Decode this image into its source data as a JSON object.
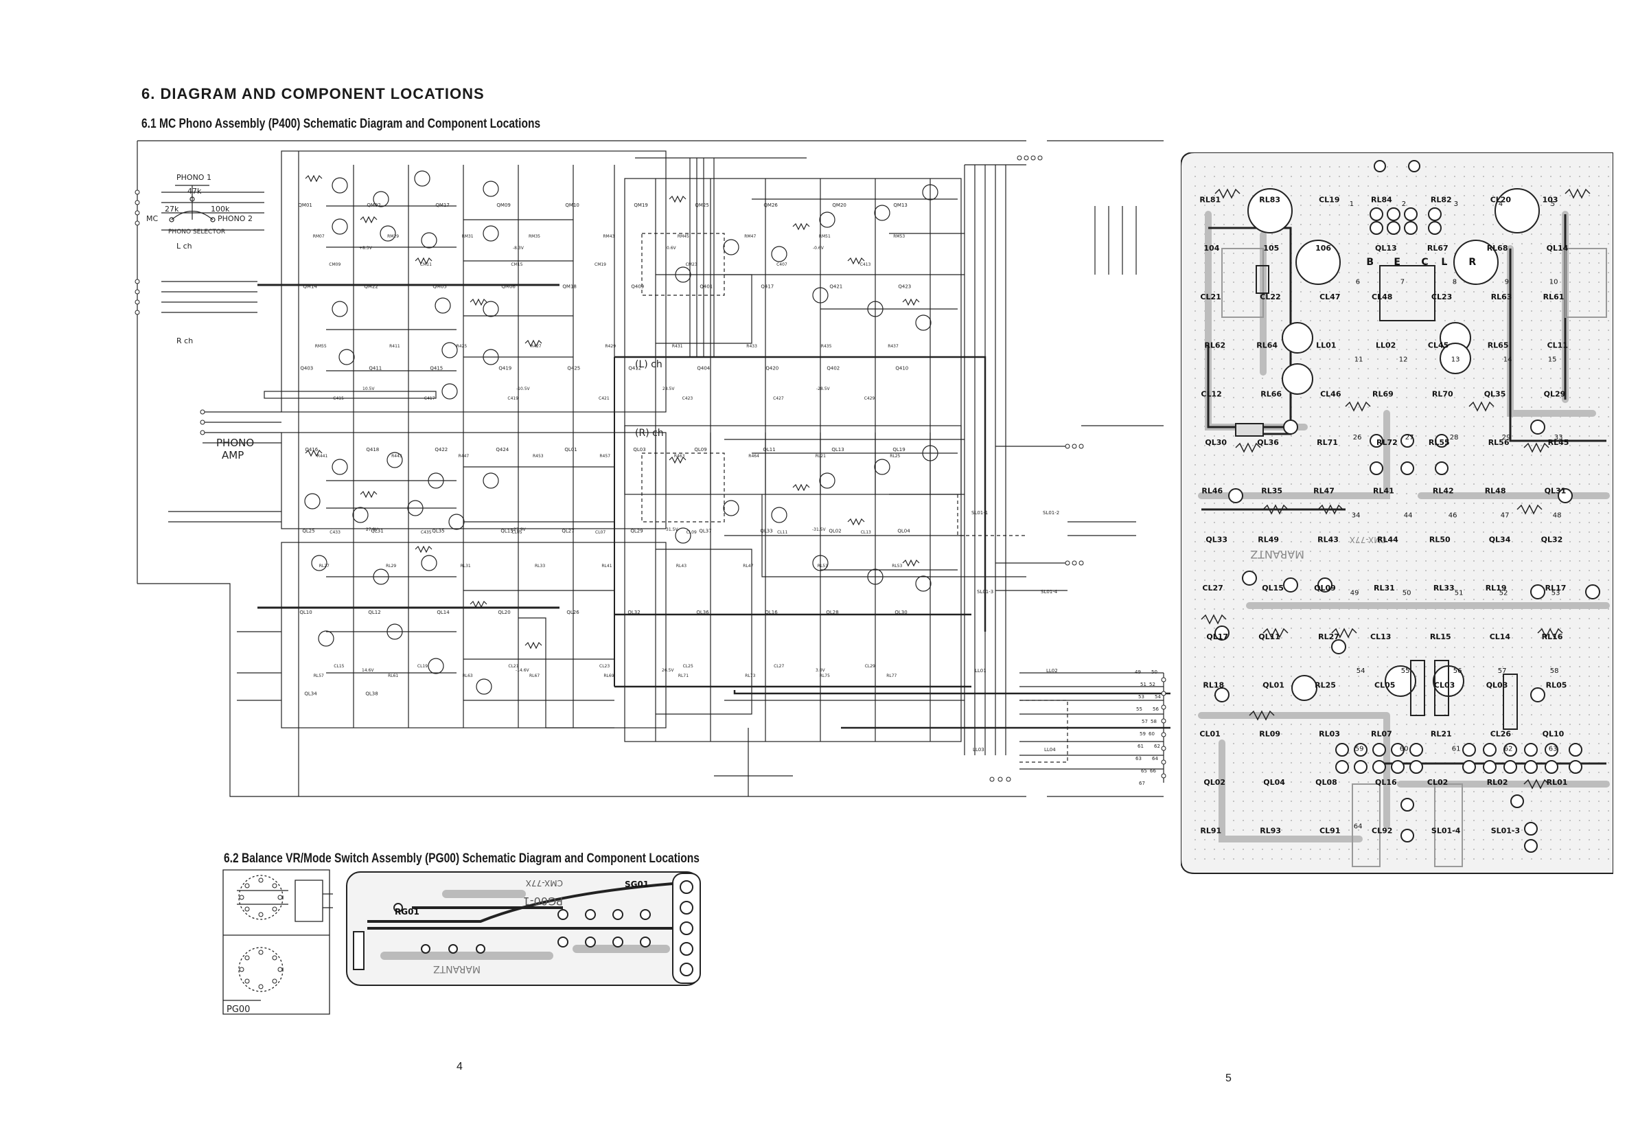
{
  "headings": {
    "section": "6.  DIAGRAM AND COMPONENT LOCATIONS",
    "sub1": "6.1 MC Phono Assembly (P400) Schematic Diagram and Component Locations",
    "sub2": "6.2 Balance VR/Mode Switch Assembly (PG00) Schematic Diagram and Component Locations"
  },
  "pages": {
    "left": "4",
    "right": "5"
  },
  "schematic_p400": {
    "phono1": "PHONO 1",
    "phono2": "PHONO 2",
    "mc": "MC",
    "r47k": "47k",
    "r27k": "27k",
    "r100k": "100k",
    "selector": "PHONO SELECTOR",
    "lch_in": "L ch",
    "rch_in": "R ch",
    "phono_amp_1": "PHONO",
    "phono_amp_2": "AMP",
    "lch_block": "(L) ch",
    "rch_block": "(R) ch",
    "transistors": [
      "QM01",
      "QM02",
      "QM17",
      "QM09",
      "QM10",
      "QM19",
      "QM25",
      "QM26",
      "QM20",
      "QM13",
      "QM14",
      "QM22",
      "QM05",
      "QM06",
      "QM18",
      "Q409",
      "Q401",
      "Q417",
      "Q421",
      "Q423",
      "Q403",
      "Q411",
      "Q415",
      "Q419",
      "Q425",
      "Q412",
      "Q404",
      "Q420",
      "Q402",
      "Q410",
      "Q416",
      "Q418",
      "Q422",
      "Q424",
      "QL01",
      "QL03",
      "QL09",
      "QL11",
      "QL13",
      "QL19",
      "QL25",
      "QL31",
      "QL35",
      "QL15",
      "QL27",
      "QL29",
      "QL37",
      "QL33",
      "QL02",
      "QL04",
      "QL10",
      "QL12",
      "QL14",
      "QL20",
      "QL26",
      "QL32",
      "QL36",
      "QL16",
      "QL28",
      "QL30",
      "QL34",
      "QL38"
    ],
    "resistors": [
      "RM07",
      "RM29",
      "RM31",
      "RM35",
      "RM43",
      "RM45",
      "RM47",
      "RM51",
      "RM53",
      "RM55",
      "R411",
      "R425",
      "R427",
      "R429",
      "R431",
      "R433",
      "R435",
      "R437",
      "R441",
      "R443",
      "R447",
      "R453",
      "R457",
      "R463",
      "R464",
      "RL21",
      "RL25",
      "RL27",
      "RL29",
      "RL31",
      "RL33",
      "RL41",
      "RL43",
      "RL47",
      "RL51",
      "RL53",
      "RL57",
      "RL61",
      "RL63",
      "RL67",
      "RL69",
      "RL71",
      "RL73",
      "RL75",
      "RL77"
    ],
    "capacitors": [
      "CM09",
      "CM11",
      "CM15",
      "CM19",
      "CM23",
      "C407",
      "C413",
      "C415",
      "C417",
      "C419",
      "C421",
      "C423",
      "C427",
      "C429",
      "C433",
      "C435",
      "CL05",
      "CL07",
      "CL09",
      "CL11",
      "CL13",
      "CL15",
      "CL19",
      "CL21",
      "CL23",
      "CL25",
      "CL27",
      "CL29"
    ],
    "voltages": [
      "+8.3V",
      "-8.3V",
      "0.6V",
      "-0.6V",
      "10.5V",
      "-10.5V",
      "28.5V",
      "-28.5V",
      "27.9V",
      "-27.9V",
      "31.5V",
      "-31.5V",
      "14.6V",
      "-14.6V",
      "26.5V",
      "3.0V"
    ],
    "connectors": [
      "SL01-1",
      "SL01-2",
      "SL01-3",
      "SL01-4",
      "LL01",
      "LL02",
      "LL03",
      "LL04"
    ],
    "jack_numbers": [
      "49",
      "50",
      "51",
      "52",
      "53",
      "54",
      "55",
      "56",
      "57",
      "58",
      "59",
      "60",
      "61",
      "62",
      "63",
      "64",
      "65",
      "66",
      "67"
    ]
  },
  "pcb_p400": {
    "silk": "CMX-77X",
    "brand": "MARANTZ",
    "parts": [
      "RL81",
      "RL83",
      "CL19",
      "RL84",
      "RL82",
      "CL20",
      "103",
      "104",
      "105",
      "106",
      "QL13",
      "RL67",
      "RL68",
      "QL14",
      "CL21",
      "CL22",
      "CL47",
      "CL48",
      "CL23",
      "RL63",
      "RL61",
      "RL62",
      "RL64",
      "LL01",
      "LL02",
      "CL45",
      "RL65",
      "CL11",
      "CL12",
      "RL66",
      "CL46",
      "RL69",
      "RL70",
      "QL35",
      "QL29",
      "QL30",
      "QL36",
      "RL71",
      "RL72",
      "RL55",
      "RL56",
      "RL45",
      "RL46",
      "RL35",
      "RL47",
      "RL41",
      "RL42",
      "RL48",
      "QL31",
      "QL33",
      "RL49",
      "RL43",
      "RL44",
      "RL50",
      "QL34",
      "QL32",
      "CL27",
      "QL15",
      "QL09",
      "RL31",
      "RL33",
      "RL19",
      "RL17",
      "QL17",
      "QL11",
      "RL27",
      "CL13",
      "RL15",
      "CL14",
      "RL16",
      "RL18",
      "QL01",
      "RL25",
      "CL05",
      "CL03",
      "QL03",
      "RL05",
      "CL01",
      "RL09",
      "RL03",
      "RL07",
      "RL21",
      "CL26",
      "QL10",
      "QL02",
      "QL04",
      "QL08",
      "QL16",
      "CL02",
      "RL02",
      "RL01",
      "RL91",
      "RL93",
      "CL91",
      "CL92",
      "SL01-4",
      "SL01-3"
    ],
    "numbers": [
      "1",
      "2",
      "3",
      "4",
      "5",
      "6",
      "7",
      "8",
      "9",
      "10",
      "11",
      "12",
      "13",
      "14",
      "15",
      "26",
      "27",
      "28",
      "29",
      "33",
      "34",
      "44",
      "46",
      "47",
      "48",
      "49",
      "50",
      "51",
      "52",
      "53",
      "54",
      "55",
      "56",
      "57",
      "58",
      "59",
      "60",
      "61",
      "62",
      "63",
      "64"
    ],
    "letters": [
      "B",
      "E",
      "C",
      "L",
      "R"
    ]
  },
  "pg00": {
    "label": "PG00",
    "board_silk": "CMX-77X",
    "board_code": "PG00-1",
    "sg01": "SG01",
    "rg01": "RG01",
    "brand": "MARANTZ"
  }
}
